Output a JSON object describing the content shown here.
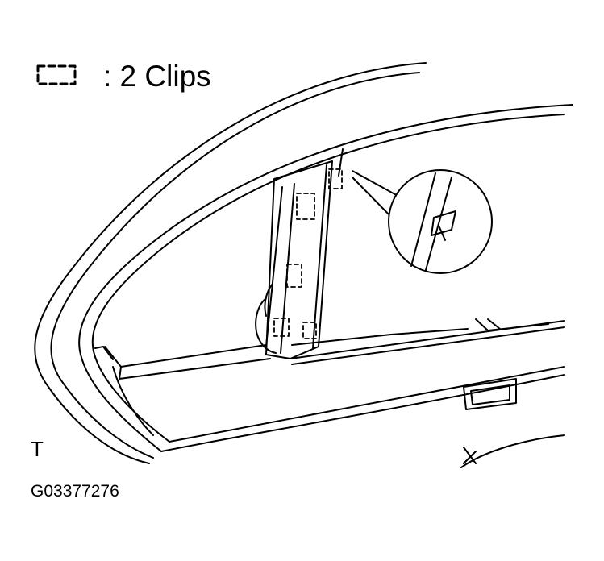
{
  "legend": {
    "symbol_name": "clip-symbol",
    "text": ": 2 Clips"
  },
  "view_mark": "T",
  "figure_code": "G03377276",
  "colors": {
    "line": "#000000",
    "background": "#ffffff"
  }
}
